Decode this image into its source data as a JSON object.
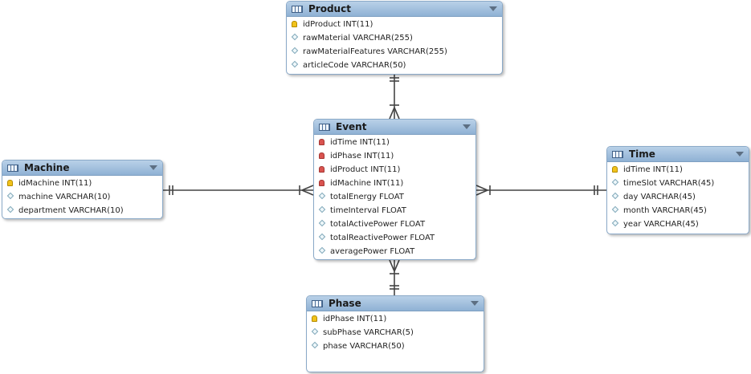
{
  "tables": [
    {
      "key": "product",
      "name": "Product",
      "columns": [
        {
          "label": "idProduct INT(11)",
          "kind": "pk"
        },
        {
          "label": "rawMaterial VARCHAR(255)",
          "kind": "column"
        },
        {
          "label": "rawMaterialFeatures VARCHAR(255)",
          "kind": "column"
        },
        {
          "label": "articleCode VARCHAR(50)",
          "kind": "column"
        }
      ]
    },
    {
      "key": "event",
      "name": "Event",
      "columns": [
        {
          "label": "idTime INT(11)",
          "kind": "fk"
        },
        {
          "label": "idPhase INT(11)",
          "kind": "fk"
        },
        {
          "label": "idProduct INT(11)",
          "kind": "fk"
        },
        {
          "label": "idMachine INT(11)",
          "kind": "fk"
        },
        {
          "label": "totalEnergy FLOAT",
          "kind": "column"
        },
        {
          "label": "timeInterval FLOAT",
          "kind": "column"
        },
        {
          "label": "totalActivePower FLOAT",
          "kind": "column"
        },
        {
          "label": "totalReactivePower FLOAT",
          "kind": "column"
        },
        {
          "label": "averagePower FLOAT",
          "kind": "column"
        }
      ]
    },
    {
      "key": "machine",
      "name": "Machine",
      "columns": [
        {
          "label": "idMachine INT(11)",
          "kind": "pk"
        },
        {
          "label": "machine VARCHAR(10)",
          "kind": "column"
        },
        {
          "label": "department VARCHAR(10)",
          "kind": "column"
        }
      ]
    },
    {
      "key": "time",
      "name": "Time",
      "columns": [
        {
          "label": "idTime INT(11)",
          "kind": "pk"
        },
        {
          "label": "timeSlot VARCHAR(45)",
          "kind": "column"
        },
        {
          "label": "day VARCHAR(45)",
          "kind": "column"
        },
        {
          "label": "month VARCHAR(45)",
          "kind": "column"
        },
        {
          "label": "year VARCHAR(45)",
          "kind": "column"
        }
      ]
    },
    {
      "key": "phase",
      "name": "Phase",
      "columns": [
        {
          "label": "idPhase INT(11)",
          "kind": "pk"
        },
        {
          "label": "subPhase VARCHAR(5)",
          "kind": "column"
        },
        {
          "label": "phase VARCHAR(50)",
          "kind": "column"
        }
      ]
    }
  ],
  "relationships": [
    {
      "from": "product",
      "to": "event",
      "cardinality": "one-to-many"
    },
    {
      "from": "machine",
      "to": "event",
      "cardinality": "one-to-many"
    },
    {
      "from": "time",
      "to": "event",
      "cardinality": "one-to-many"
    },
    {
      "from": "phase",
      "to": "event",
      "cardinality": "one-to-many"
    }
  ],
  "colors": {
    "header_top": "#b9d1e8",
    "header_bottom": "#8fb1d4",
    "border": "#8aa9c8",
    "link": "#444444",
    "pk_icon": "#f1c21b",
    "fk_icon": "#d9534f"
  },
  "icons": {
    "table": "table-icon",
    "dropdown": "chevron-down-icon",
    "primary_key": "key-icon",
    "foreign_key": "red-key-icon",
    "column": "diamond-icon"
  }
}
